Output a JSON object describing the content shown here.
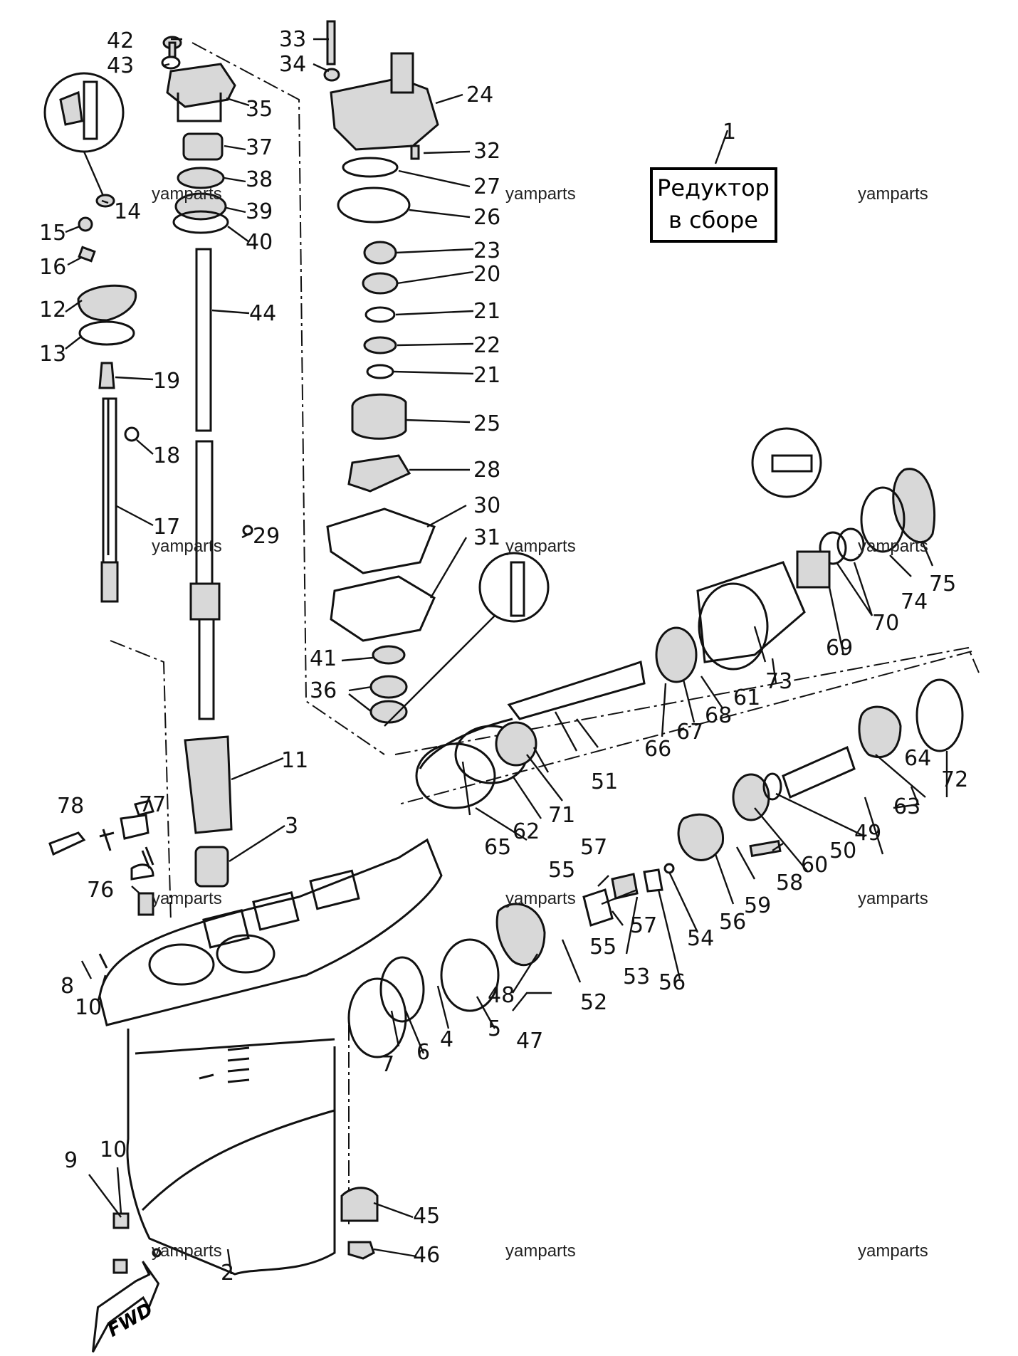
{
  "assembly_title": {
    "line1": "Редуктор",
    "line2": "в сборе",
    "part_no": "1"
  },
  "watermark": "yamparts",
  "direction_arrow": "FWD",
  "callouts": [
    "1",
    "2",
    "3",
    "4",
    "5",
    "6",
    "7",
    "8",
    "9",
    "10",
    "10",
    "11",
    "12",
    "13",
    "14",
    "15",
    "16",
    "17",
    "18",
    "19",
    "20",
    "21",
    "21",
    "22",
    "23",
    "24",
    "25",
    "26",
    "27",
    "28",
    "29",
    "30",
    "31",
    "32",
    "33",
    "34",
    "35",
    "36",
    "37",
    "38",
    "39",
    "40",
    "41",
    "42",
    "43",
    "44",
    "45",
    "46",
    "47",
    "48",
    "49",
    "50",
    "51",
    "52",
    "53",
    "54",
    "55",
    "55",
    "56",
    "56",
    "57",
    "57",
    "58",
    "59",
    "60",
    "61",
    "62",
    "63",
    "64",
    "65",
    "66",
    "67",
    "68",
    "69",
    "70",
    "71",
    "72",
    "73",
    "74",
    "75",
    "76",
    "77",
    "78"
  ]
}
